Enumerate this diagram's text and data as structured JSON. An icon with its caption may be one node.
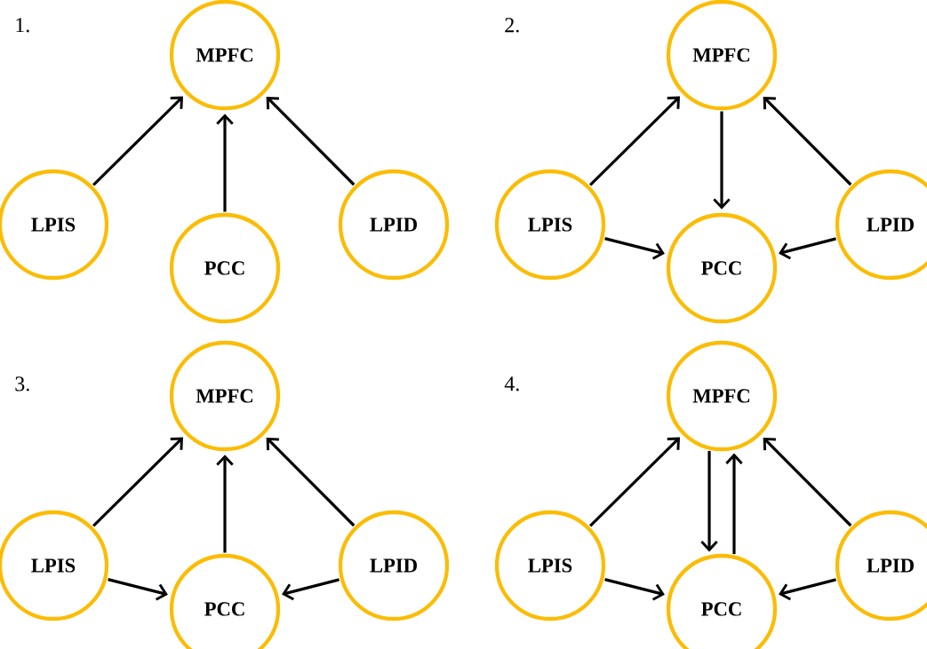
{
  "diagram": {
    "nodes": [
      {
        "text": [
          "MPFC"
        ]
      },
      {
        "text": [
          "LPIS"
        ]
      },
      {
        "text": [
          "PCC"
        ]
      },
      {
        "text": [
          "LPID"
        ]
      },
      {
        "text": [
          "MPFC"
        ]
      },
      {
        "text": [
          "LPIS"
        ]
      },
      {
        "text": [
          "PCC"
        ]
      },
      {
        "text": [
          "LPID"
        ]
      },
      {
        "text": [
          "MPFC"
        ]
      },
      {
        "text": [
          "LPIS"
        ]
      },
      {
        "text": [
          "PCC"
        ]
      },
      {
        "text": [
          "LPID"
        ]
      },
      {
        "text": [
          "MPFC"
        ]
      },
      {
        "text": [
          "LPIS"
        ]
      },
      {
        "text": [
          "PCC"
        ]
      },
      {
        "text": [
          "LPID"
        ]
      }
    ],
    "edges": [
      {
        "from": 1,
        "to": 0,
        "arrow": "to"
      },
      {
        "from": 2,
        "to": 0,
        "arrow": "to"
      },
      {
        "from": 3,
        "to": 0,
        "arrow": "to"
      },
      {
        "from": 5,
        "to": 4,
        "arrow": "to"
      },
      {
        "from": 4,
        "to": 6,
        "arrow": "to"
      },
      {
        "from": 7,
        "to": 4,
        "arrow": "to"
      },
      {
        "from": 5,
        "to": 6,
        "arrow": "to"
      },
      {
        "from": 7,
        "to": 6,
        "arrow": "to"
      },
      {
        "from": 9,
        "to": 8,
        "arrow": "to"
      },
      {
        "from": 10,
        "to": 8,
        "arrow": "to"
      },
      {
        "from": 11,
        "to": 8,
        "arrow": "to"
      },
      {
        "from": 9,
        "to": 10,
        "arrow": "to"
      },
      {
        "from": 11,
        "to": 10,
        "arrow": "to"
      },
      {
        "from": 13,
        "to": 12,
        "arrow": "to"
      },
      {
        "from": 14,
        "to": 12,
        "arrow": "to"
      },
      {
        "from": 12,
        "to": 14,
        "arrow": "to"
      },
      {
        "from": 15,
        "to": 12,
        "arrow": "to"
      },
      {
        "from": 13,
        "to": 14,
        "arrow": "to"
      },
      {
        "from": 15,
        "to": 14,
        "arrow": "to"
      }
    ],
    "labels": [
      "1.",
      "2.",
      "3.",
      "4."
    ]
  }
}
